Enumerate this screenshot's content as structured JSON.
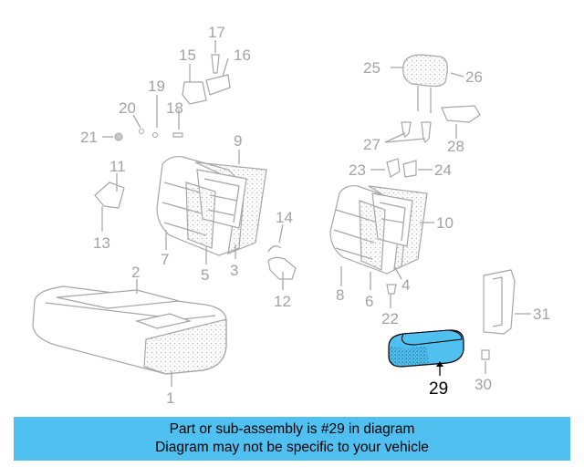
{
  "diagram": {
    "highlight_color": "#4fc0f0",
    "callouts": [
      "1",
      "2",
      "3",
      "4",
      "5",
      "6",
      "7",
      "8",
      "9",
      "10",
      "11",
      "12",
      "13",
      "14",
      "15",
      "16",
      "17",
      "18",
      "19",
      "20",
      "21",
      "22",
      "23",
      "24",
      "25",
      "26",
      "27",
      "28",
      "29",
      "30",
      "31"
    ],
    "highlighted_callout": "29"
  },
  "banner": {
    "line1": "Part or sub-assembly is #29 in diagram",
    "line2": "Diagram may not be specific to your vehicle"
  }
}
